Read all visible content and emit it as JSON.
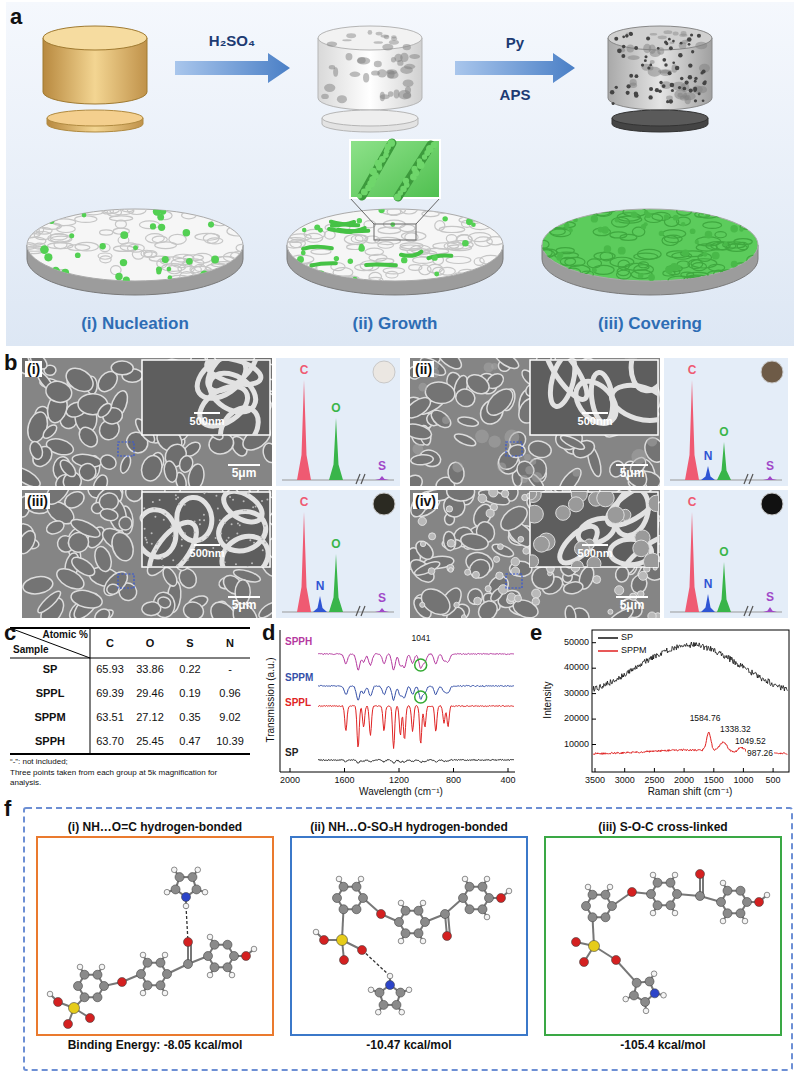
{
  "diagram": {
    "nodes": [
      {
        "text": [
          "(i) NH…O=C hydrogen-bonded",
          "Binding Energy: -8.05 kcal/mol"
        ]
      },
      {
        "text": [
          "(ii) NH…O-SO₃H hydrogen-bonded",
          "-10.47 kcal/mol"
        ]
      },
      {
        "text": [
          "(iii) S-O-C cross-linked",
          "-105.4 kcal/mol"
        ]
      }
    ],
    "labels": [
      "a",
      "H₂SO₄",
      "Py",
      "APS",
      "(i) Nucleation",
      "(ii) Growth",
      "(iii) Covering",
      "b",
      "(i)",
      "500nm",
      "5μm",
      "C",
      "O",
      "S",
      "(ii)",
      "500nm",
      "5μm",
      "C",
      "N",
      "O",
      "S",
      "(iii)",
      "500nm",
      "5μm",
      "C",
      "N",
      "O",
      "S",
      "(iv)",
      "500nm",
      "5μm",
      "C",
      "N",
      "O",
      "S",
      "c",
      "Atomic %",
      "Sample",
      "C",
      "O",
      "S",
      "N",
      "SP",
      "65.93",
      "33.86",
      "0.22",
      "-",
      "SPPL",
      "69.39",
      "29.46",
      "0.19",
      "0.96",
      "SPPM",
      "63.51",
      "27.12",
      "0.35",
      "9.02",
      "SPPH",
      "63.70",
      "25.45",
      "0.47",
      "10.39",
      "“-”: not included;",
      "Three points taken from each group at 5k magnification for analysis.",
      "d",
      "SPPH",
      "1041",
      "SPPM",
      "SPPL",
      "SP",
      "Transmission (a.u.)",
      "2000",
      "1600",
      "1200",
      "800",
      "400",
      "Wavelength (cm⁻¹)",
      "e",
      "Intensity",
      "50000",
      "40000",
      "30000",
      "20000",
      "10000",
      "3500",
      "3000",
      "2500",
      "2000",
      "1500",
      "1000",
      "500",
      "Raman shift (cm⁻¹)",
      "1584.76",
      "1338.32",
      "1049.52",
      "987.26",
      "f"
    ],
    "legend": [
      {
        "text": "SP"
      },
      {
        "text": "SPPM"
      }
    ]
  }
}
